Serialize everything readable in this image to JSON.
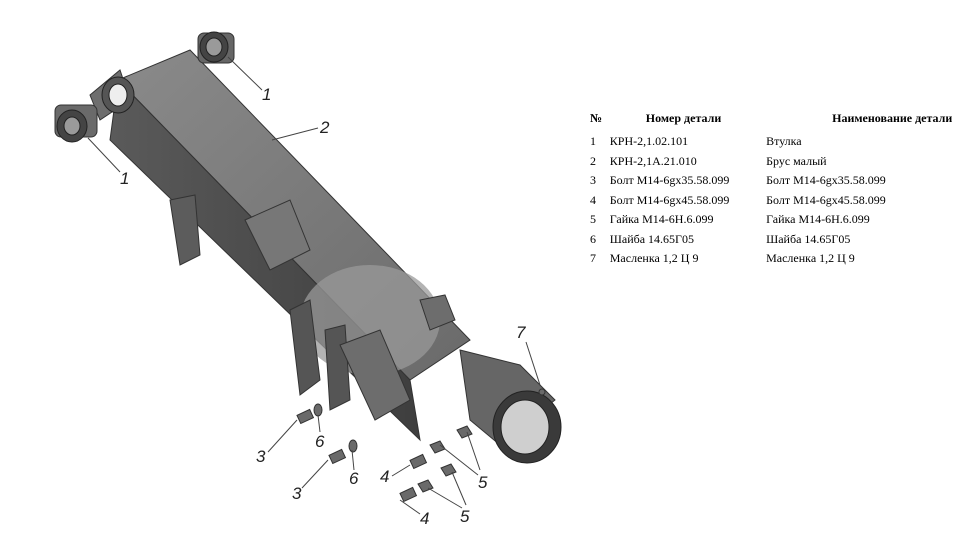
{
  "table": {
    "headers": [
      "№",
      "Номер детали",
      "Наименование детали"
    ],
    "rows": [
      {
        "num": "1",
        "code": "КРН-2,1.02.101",
        "name": "Втулка"
      },
      {
        "num": "2",
        "code": "КРН-2,1А.21.010",
        "name": "Брус малый"
      },
      {
        "num": "3",
        "code": "Болт М14-6gх35.58.099",
        "name": "Болт М14-6gх35.58.099"
      },
      {
        "num": "4",
        "code": "Болт М14-6gх45.58.099",
        "name": "Болт М14-6gх45.58.099"
      },
      {
        "num": "5",
        "code": "Гайка М14-6Н.6.099",
        "name": "Гайка М14-6Н.6.099"
      },
      {
        "num": "6",
        "code": "Шайба 14.65Г05",
        "name": "Шайба 14.65Г05"
      },
      {
        "num": "7",
        "code": "Масленка 1,2 Ц 9",
        "name": "Масленка 1,2 Ц 9"
      }
    ]
  },
  "callouts": {
    "c1a": "1",
    "c1b": "1",
    "c2": "2",
    "c3a": "3",
    "c3b": "3",
    "c4a": "4",
    "c4b": "4",
    "c5a": "5",
    "c5b": "5",
    "c6a": "6",
    "c6b": "6",
    "c7": "7"
  }
}
